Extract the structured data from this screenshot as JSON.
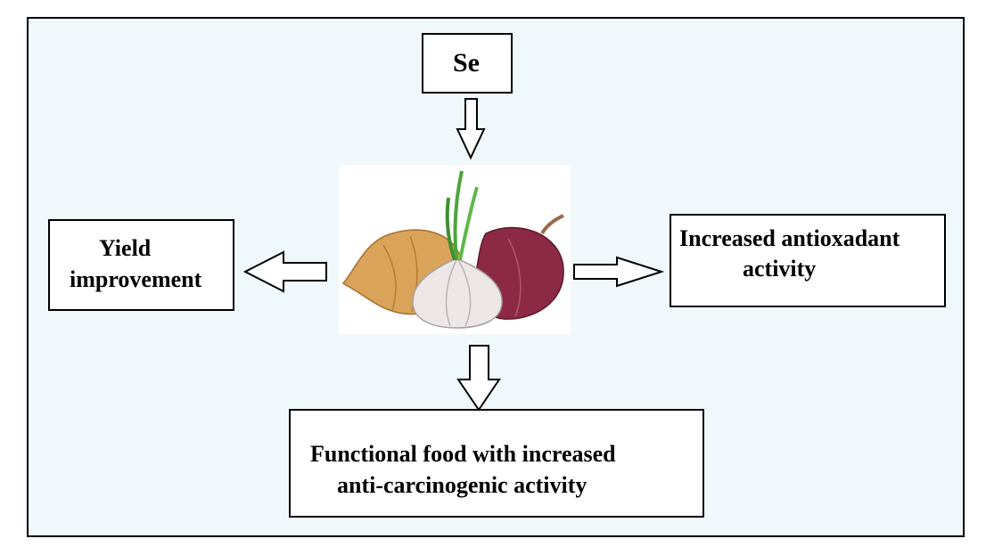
{
  "diagram": {
    "top_label": "Se",
    "left_label_line1": "Yield",
    "left_label_line2": "improvement",
    "right_label_line1": "Increased antioxadant",
    "right_label_line2": "activity",
    "bottom_label_line1": "Functional food with increased",
    "bottom_label_line2": "anti-carcinogenic activity"
  },
  "colors": {
    "background": "#f1f8fc",
    "box_fill": "#ffffff",
    "border": "#000000",
    "onion_yellow": "#d9a35a",
    "onion_red": "#8c2a45",
    "garlic": "#ece6e6",
    "sprout": "#4ea43b"
  },
  "icons": [
    "arrow-down-icon",
    "arrow-left-icon",
    "arrow-right-icon",
    "onion-garlic-illustration"
  ]
}
